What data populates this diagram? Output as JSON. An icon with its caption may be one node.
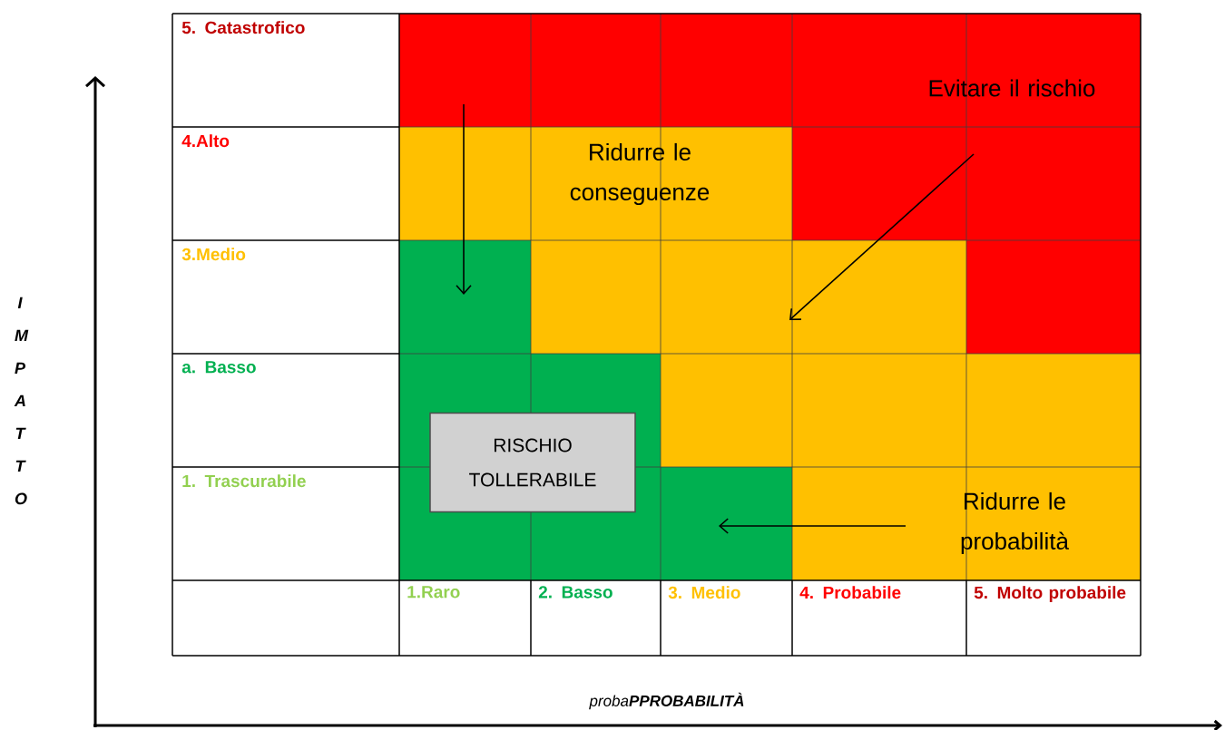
{
  "diagram": {
    "nodes": [
      {
        "text": [
          "RISCHIO TOLLERABILE"
        ]
      }
    ],
    "labels": [
      "5. Catastrofico",
      "Evitare il rischio",
      "4.Alto",
      "Ridurre le conseguenze",
      "3.Medio",
      "I M P A T T O",
      "a. Basso",
      "1. Trascurabile",
      "Ridurre le probabilità",
      "1.Raro",
      "2. Basso",
      "3. Medio",
      "4. Probabile",
      "5. Molto probabile",
      "proba**PPROBABILITÀ**"
    ]
  }
}
